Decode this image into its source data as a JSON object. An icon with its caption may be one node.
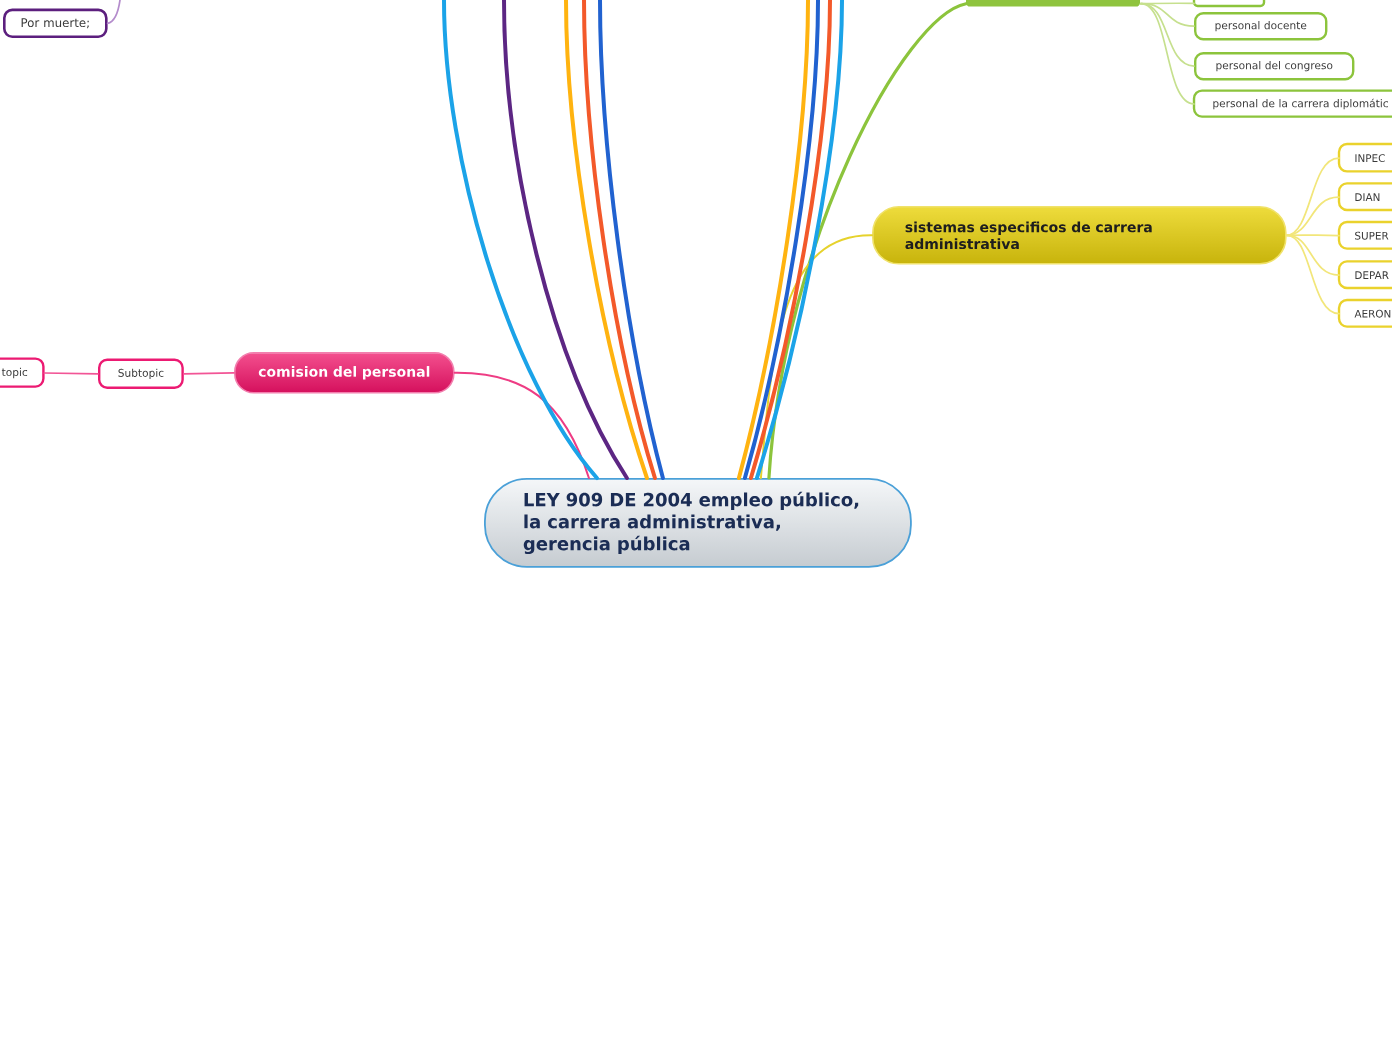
{
  "diagram": {
    "nodes": [
      {
        "text": [
          "LEY 909 DE 2004 empleo público, la carrera administrativa, gerencia pública"
        ]
      },
      {
        "text": [
          "Por muerte;"
        ]
      },
      {
        "text": [],
        "shape": "box"
      },
      {
        "text": [],
        "shape": "box"
      },
      {
        "text": [
          "personal docente"
        ]
      },
      {
        "text": [
          "personal del congreso"
        ]
      },
      {
        "text": [
          "personal de la carrera diplomátic"
        ]
      },
      {
        "text": [
          "sistemas especificos de carrera administrativa"
        ]
      },
      {
        "text": [
          "INPEC"
        ]
      },
      {
        "text": [
          "DIAN"
        ]
      },
      {
        "text": [
          "SUPER"
        ]
      },
      {
        "text": [
          "DEPAR"
        ]
      },
      {
        "text": [
          "AERON"
        ]
      },
      {
        "text": [
          "comision del personal"
        ]
      },
      {
        "text": [
          "Subtopic"
        ]
      },
      {
        "text": [
          "topic"
        ]
      }
    ],
    "edges": [
      {
        "from": null,
        "to": 1,
        "arrow": "none",
        "color": "#b48ccc"
      },
      {
        "from": 0,
        "to": 2,
        "arrow": "none",
        "color": "#8cc43c"
      },
      {
        "from": 2,
        "to": 3,
        "arrow": "none",
        "color": "#c6e08e"
      },
      {
        "from": 2,
        "to": 4,
        "arrow": "none",
        "color": "#c6e08e"
      },
      {
        "from": 2,
        "to": 5,
        "arrow": "none",
        "color": "#c6e08e"
      },
      {
        "from": 2,
        "to": 6,
        "arrow": "none",
        "color": "#c6e08e"
      },
      {
        "from": 0,
        "to": 7,
        "arrow": "none",
        "color": "#e6d22c"
      },
      {
        "from": 7,
        "to": 8,
        "arrow": "none",
        "color": "#f2e67a"
      },
      {
        "from": 7,
        "to": 9,
        "arrow": "none",
        "color": "#f2e67a"
      },
      {
        "from": 7,
        "to": 10,
        "arrow": "none",
        "color": "#f2e67a"
      },
      {
        "from": 7,
        "to": 11,
        "arrow": "none",
        "color": "#f2e67a"
      },
      {
        "from": 7,
        "to": 12,
        "arrow": "none",
        "color": "#f2e67a"
      },
      {
        "from": 0,
        "to": 13,
        "arrow": "none",
        "color": "#ee3c84"
      },
      {
        "from": 13,
        "to": 14,
        "arrow": "none",
        "color": "#f25596"
      },
      {
        "from": 14,
        "to": 15,
        "arrow": "none",
        "color": "#f25596"
      },
      {
        "from": 0,
        "to": null,
        "arrow": "none",
        "color": "#1ba3e8"
      },
      {
        "from": 0,
        "to": null,
        "arrow": "none",
        "color": "#5c2683"
      },
      {
        "from": 0,
        "to": null,
        "arrow": "none",
        "color": "#ffb310"
      },
      {
        "from": 0,
        "to": null,
        "arrow": "none",
        "color": "#f3592a"
      },
      {
        "from": 0,
        "to": null,
        "arrow": "none",
        "color": "#2162d0"
      },
      {
        "from": 0,
        "to": null,
        "arrow": "none",
        "color": "#ffb310"
      },
      {
        "from": 0,
        "to": null,
        "arrow": "none",
        "color": "#2162d0"
      },
      {
        "from": 0,
        "to": null,
        "arrow": "none",
        "color": "#f3592a"
      },
      {
        "from": 0,
        "to": null,
        "arrow": "none",
        "color": "#1ba3e8"
      }
    ]
  }
}
